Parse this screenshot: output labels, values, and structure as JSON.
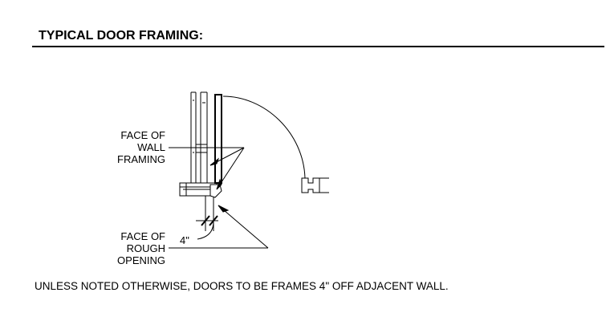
{
  "title": "TYPICAL DOOR FRAMING:",
  "labels": {
    "wall_framing": [
      "FACE OF",
      "WALL",
      "FRAMING"
    ],
    "rough_opening": [
      "FACE OF",
      "ROUGH",
      "OPENING"
    ],
    "dimension": "4\""
  },
  "note": "UNLESS NOTED OTHERWISE, DOORS TO BE FRAMES 4\" OFF ADJACENT WALL.",
  "colors": {
    "ink": "#000000",
    "paper": "#ffffff"
  }
}
